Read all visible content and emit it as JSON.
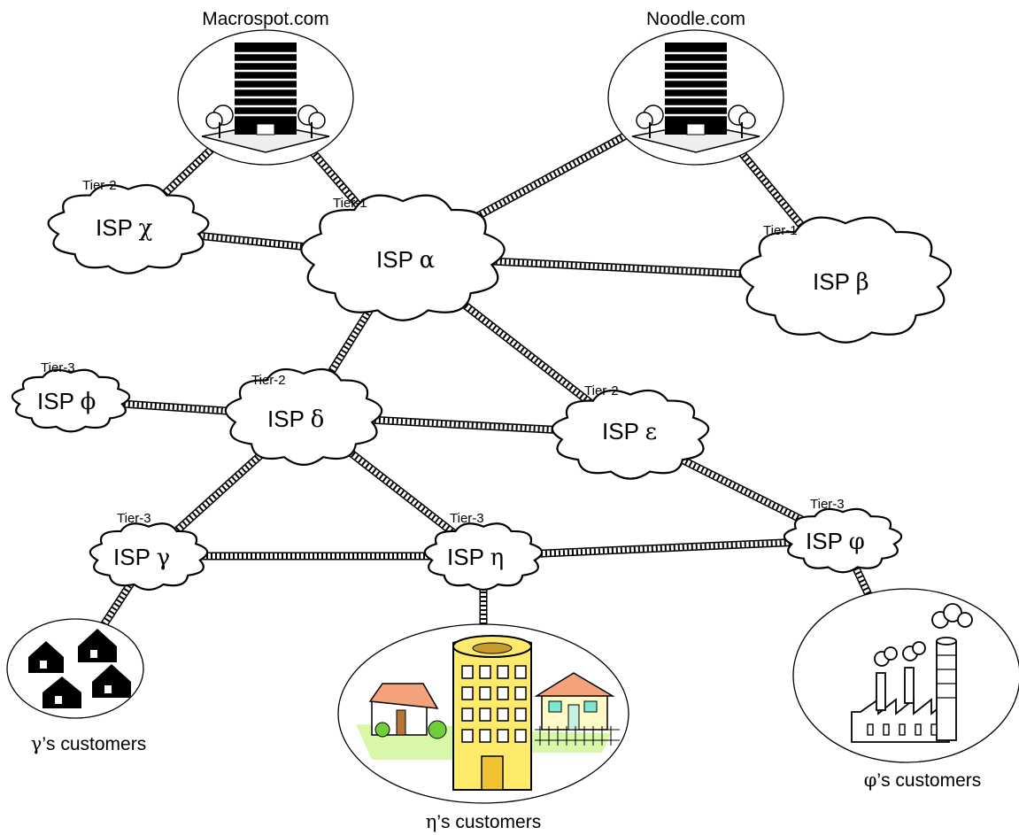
{
  "sites": {
    "macrospot": {
      "label": "Macrospot.com",
      "icon": "office-building-icon"
    },
    "noodle": {
      "label": "Noodle.com",
      "icon": "office-building-icon"
    }
  },
  "isps": {
    "alpha": {
      "prefix": "ISP",
      "greek": "α",
      "tier": "Tier-1"
    },
    "beta": {
      "prefix": "ISP",
      "greek": "β",
      "tier": "Tier-1"
    },
    "chi": {
      "prefix": "ISP",
      "greek": "χ",
      "tier": "Tier-2"
    },
    "delta": {
      "prefix": "ISP",
      "greek": "δ",
      "tier": "Tier-2"
    },
    "epsilon": {
      "prefix": "ISP",
      "greek": "ε",
      "tier": "Tier-2"
    },
    "phi": {
      "prefix": "ISP",
      "greek": "ϕ",
      "tier": "Tier-3"
    },
    "gamma": {
      "prefix": "ISP",
      "greek": "γ",
      "tier": "Tier-3"
    },
    "eta": {
      "prefix": "ISP",
      "greek": "η",
      "tier": "Tier-3"
    },
    "varphi": {
      "prefix": "ISP",
      "greek": "φ",
      "tier": "Tier-3"
    }
  },
  "customers": {
    "gamma": {
      "greek": "γ",
      "suffix": "’s customers",
      "icon": "houses-icon"
    },
    "eta": {
      "greek": "η",
      "suffix": "’s customers",
      "icon": "town-buildings-icon"
    },
    "varphi": {
      "greek": "φ",
      "suffix": "’s customers",
      "icon": "factory-icon"
    }
  },
  "links": [
    [
      "macrospot",
      "chi"
    ],
    [
      "macrospot",
      "alpha"
    ],
    [
      "noodle",
      "alpha"
    ],
    [
      "noodle",
      "beta"
    ],
    [
      "chi",
      "alpha"
    ],
    [
      "alpha",
      "beta"
    ],
    [
      "alpha",
      "delta"
    ],
    [
      "alpha",
      "epsilon"
    ],
    [
      "phi",
      "delta"
    ],
    [
      "delta",
      "epsilon"
    ],
    [
      "delta",
      "gamma"
    ],
    [
      "delta",
      "eta"
    ],
    [
      "epsilon",
      "varphi"
    ],
    [
      "gamma",
      "eta"
    ],
    [
      "eta",
      "varphi"
    ],
    [
      "gamma",
      "cust-gamma"
    ],
    [
      "eta",
      "cust-eta"
    ],
    [
      "varphi",
      "cust-varphi"
    ]
  ],
  "colors": {
    "line": "#000000",
    "rope": "#ffffff",
    "building": "#000000",
    "tower": "#ffeb6b",
    "grass": "#d9f7a8"
  }
}
